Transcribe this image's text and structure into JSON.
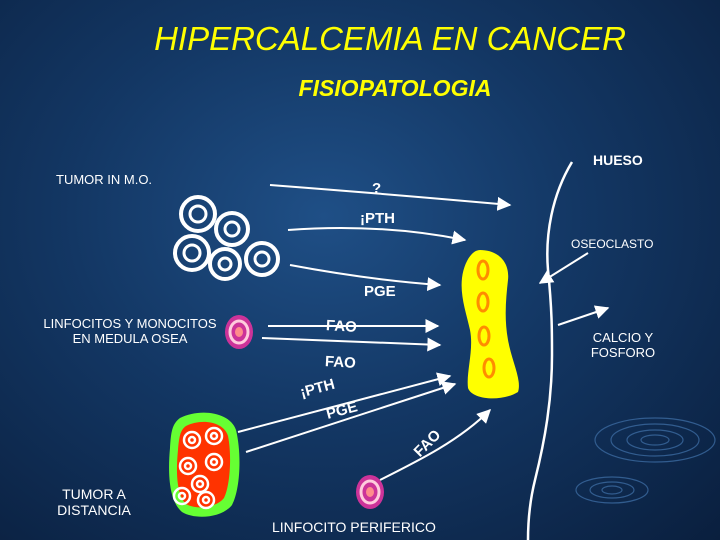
{
  "title": "HIPERCALCEMIA EN CANCER",
  "subtitle": "FISIOPATOLOGIA",
  "labels": {
    "tumor_mo": "TUMOR IN M.O.",
    "hueso": "HUESO",
    "question": "?",
    "pth1": "¡PTH",
    "oseoclasto": "OSEOCLASTO",
    "pge1": "PGE",
    "linfocitos_line1": "LINFOCITOS Y MONOCITOS",
    "linfocitos_line2": "EN MEDULA OSEA",
    "fao1": "FAO",
    "calcio_line1": "CALCIO Y",
    "calcio_line2": "FOSFORO",
    "fao2": "FAO",
    "pth2": "¡PTH",
    "pge2": "PGE",
    "fao3": "FAO",
    "tumor_distancia_line1": "TUMOR A",
    "tumor_distancia_line2": "DISTANCIA",
    "linfocito_periferico": "LINFOCITO PERIFERICO"
  },
  "colors": {
    "background": "#133764",
    "title": "#ffff00",
    "text": "#ffffff",
    "osteoclast": "#ffff00",
    "nucleus": "#ff8c00",
    "lymphocyte": "#cc3399",
    "lymphocyte_inner": "#ffccdd",
    "distant_tumor_outer": "#66ff33",
    "distant_tumor_inner": "#ff3300"
  }
}
